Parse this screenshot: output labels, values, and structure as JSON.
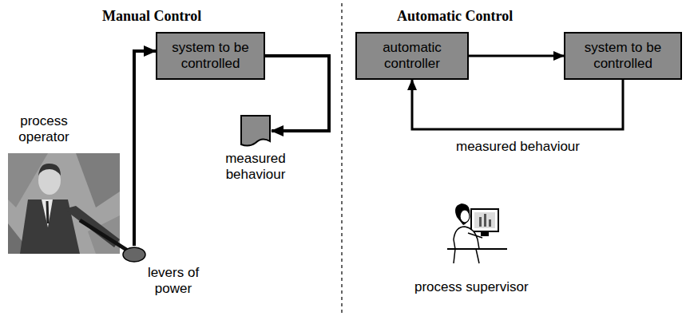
{
  "diagram": {
    "nodes": [
      {
        "text": [
          "system to be controlled"
        ]
      },
      {
        "text": [
          "measured behaviour"
        ]
      },
      {
        "text": [
          "levers of power"
        ]
      },
      {
        "text": [
          "automatic controller"
        ]
      },
      {
        "text": [
          "system to be controlled"
        ]
      }
    ],
    "edges": [
      {
        "from": 2,
        "to": 0,
        "arrow": "to"
      },
      {
        "from": 0,
        "to": 1,
        "arrow": "to"
      },
      {
        "from": 3,
        "to": 4,
        "arrow": "to"
      },
      {
        "from": 4,
        "to": 3,
        "label": "measured behaviour",
        "arrow": "to"
      }
    ],
    "labels": [
      "Manual Control",
      "Automatic Control",
      "process operator",
      "process supervisor"
    ]
  }
}
